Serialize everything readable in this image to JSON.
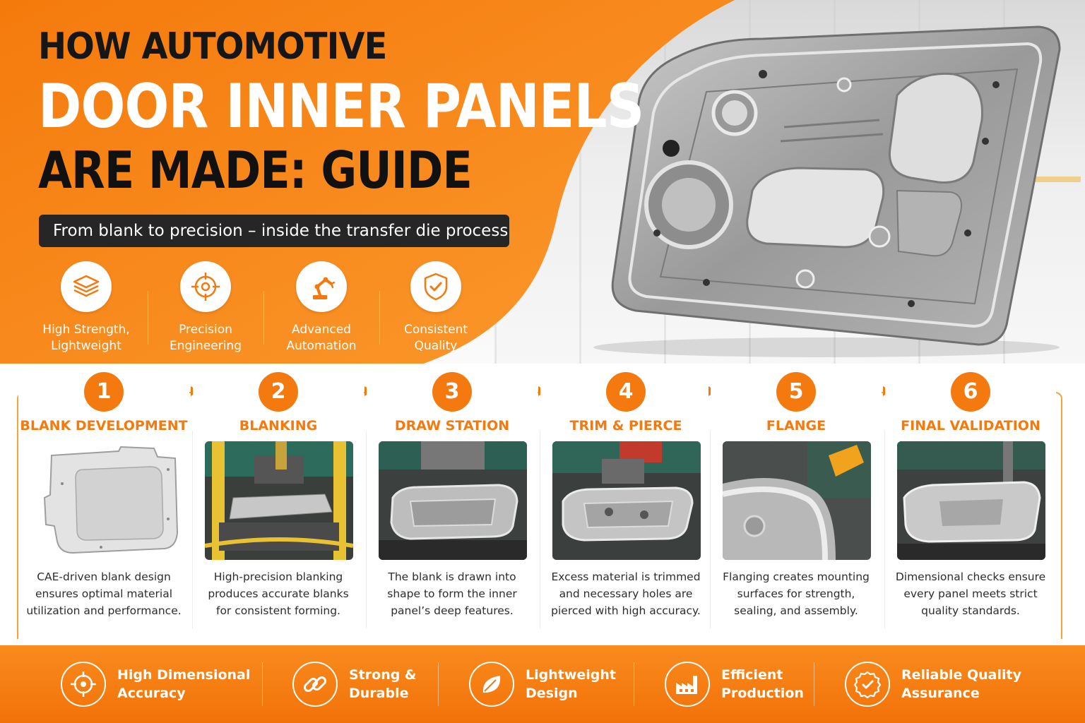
{
  "colors": {
    "accent": "#f47a10",
    "dark": "#1a1a1a",
    "white": "#ffffff"
  },
  "hero": {
    "title_line1": "HOW AUTOMOTIVE",
    "title_line2": "DOOR INNER PANELS",
    "title_line3": "ARE MADE: GUIDE",
    "subtitle": "From blank to precision – inside the transfer die process",
    "features": [
      {
        "icon": "layers-icon",
        "label": "High Strength,\nLightweight"
      },
      {
        "icon": "target-icon",
        "label": "Precision\nEngineering"
      },
      {
        "icon": "robot-arm-icon",
        "label": "Advanced\nAutomation"
      },
      {
        "icon": "shield-check-icon",
        "label": "Consistent\nQuality"
      }
    ]
  },
  "steps": [
    {
      "number": "1",
      "title": "BLANK DEVELOPMENT",
      "description": "CAE-driven blank design\nensures optimal material\nutilization and performance."
    },
    {
      "number": "2",
      "title": "BLANKING",
      "description": "High-precision blanking\nproduces accurate blanks\nfor consistent forming."
    },
    {
      "number": "3",
      "title": "DRAW STATION",
      "description": "The blank is drawn into\nshape to form the inner\npanel’s deep features."
    },
    {
      "number": "4",
      "title": "TRIM & PIERCE",
      "description": "Excess material is trimmed\nand necessary holes are\npierced with high accuracy."
    },
    {
      "number": "5",
      "title": "FLANGE",
      "description": "Flanging creates mounting\nsurfaces for strength,\nsealing, and assembly."
    },
    {
      "number": "6",
      "title": "FINAL VALIDATION",
      "description": "Dimensional checks ensure\nevery panel meets strict\nquality standards."
    }
  ],
  "benefits": [
    {
      "icon": "crosshair-icon",
      "label": "High Dimensional\nAccuracy"
    },
    {
      "icon": "chain-link-icon",
      "label": "Strong &\nDurable"
    },
    {
      "icon": "leaf-icon",
      "label": "Lightweight\nDesign"
    },
    {
      "icon": "factory-icon",
      "label": "Efficient\nProduction"
    },
    {
      "icon": "award-badge-icon",
      "label": "Reliable Quality\nAssurance"
    }
  ]
}
